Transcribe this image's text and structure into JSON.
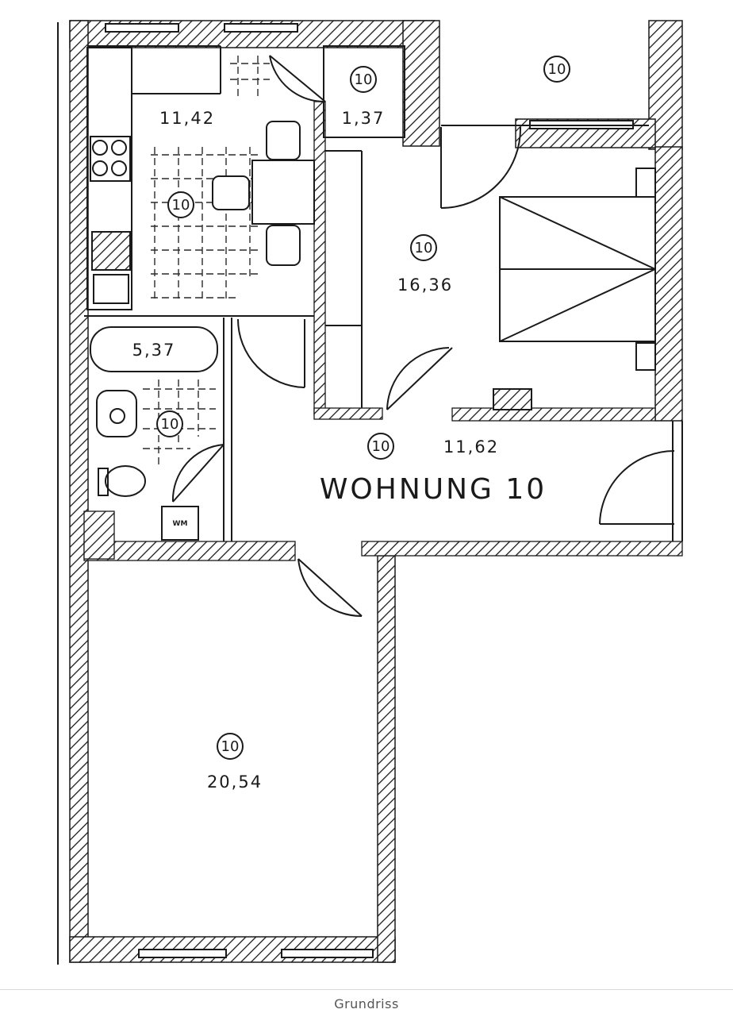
{
  "plan": {
    "apartment_label": "WOHNUNG 10",
    "unit_marker": "10",
    "wm_label": "WM",
    "rooms": {
      "kitchen": {
        "area": "11,42"
      },
      "pantry": {
        "area": "1,37"
      },
      "balcony": {},
      "bedroom": {
        "area": "16,36"
      },
      "bathroom": {
        "area": "5,37"
      },
      "hallway": {
        "area": "11,62"
      },
      "living": {
        "area": "20,54"
      }
    }
  },
  "caption": "Grundriss",
  "colors": {
    "wall_line": "#1a1a1a",
    "background": "#ffffff",
    "caption": "#555555"
  }
}
